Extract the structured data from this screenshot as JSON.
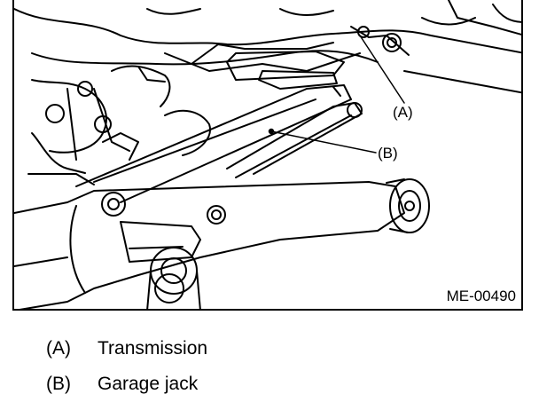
{
  "figure": {
    "callout_a": "(A)",
    "callout_b": "(B)",
    "figure_id": "ME-00490",
    "line_color": "#000000",
    "background": "#ffffff"
  },
  "legend": [
    {
      "key": "(A)",
      "label": "Transmission"
    },
    {
      "key": "(B)",
      "label": "Garage jack"
    }
  ]
}
